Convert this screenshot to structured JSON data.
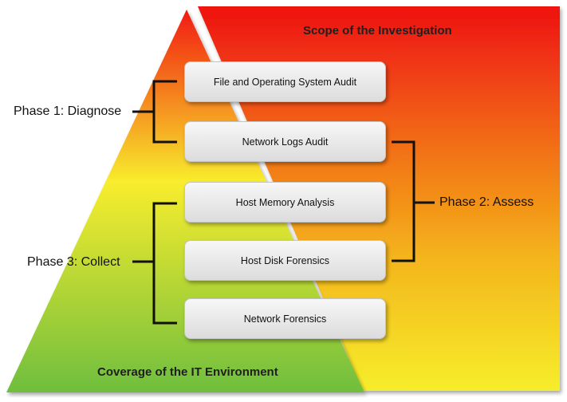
{
  "titles": {
    "scope": "Scope of the Investigation",
    "coverage": "Coverage of the IT Environment"
  },
  "steps": [
    {
      "label": "File and Operating System Audit"
    },
    {
      "label": "Network Logs Audit"
    },
    {
      "label": "Host Memory Analysis"
    },
    {
      "label": "Host Disk Forensics"
    },
    {
      "label": "Network Forensics"
    }
  ],
  "phases": [
    {
      "label": "Phase 1: Diagnose",
      "steps": [
        0,
        1
      ]
    },
    {
      "label": "Phase 2: Assess",
      "steps": [
        1,
        3
      ]
    },
    {
      "label": "Phase 3: Collect",
      "steps": [
        2,
        4
      ]
    }
  ],
  "colors": {
    "scope_gradient": [
      "#ee1111",
      "#f26b14",
      "#f4b41c",
      "#f6ee2a"
    ],
    "coverage_gradient": [
      "#f21a10",
      "#f8ed2d",
      "#6fbe3e"
    ]
  }
}
